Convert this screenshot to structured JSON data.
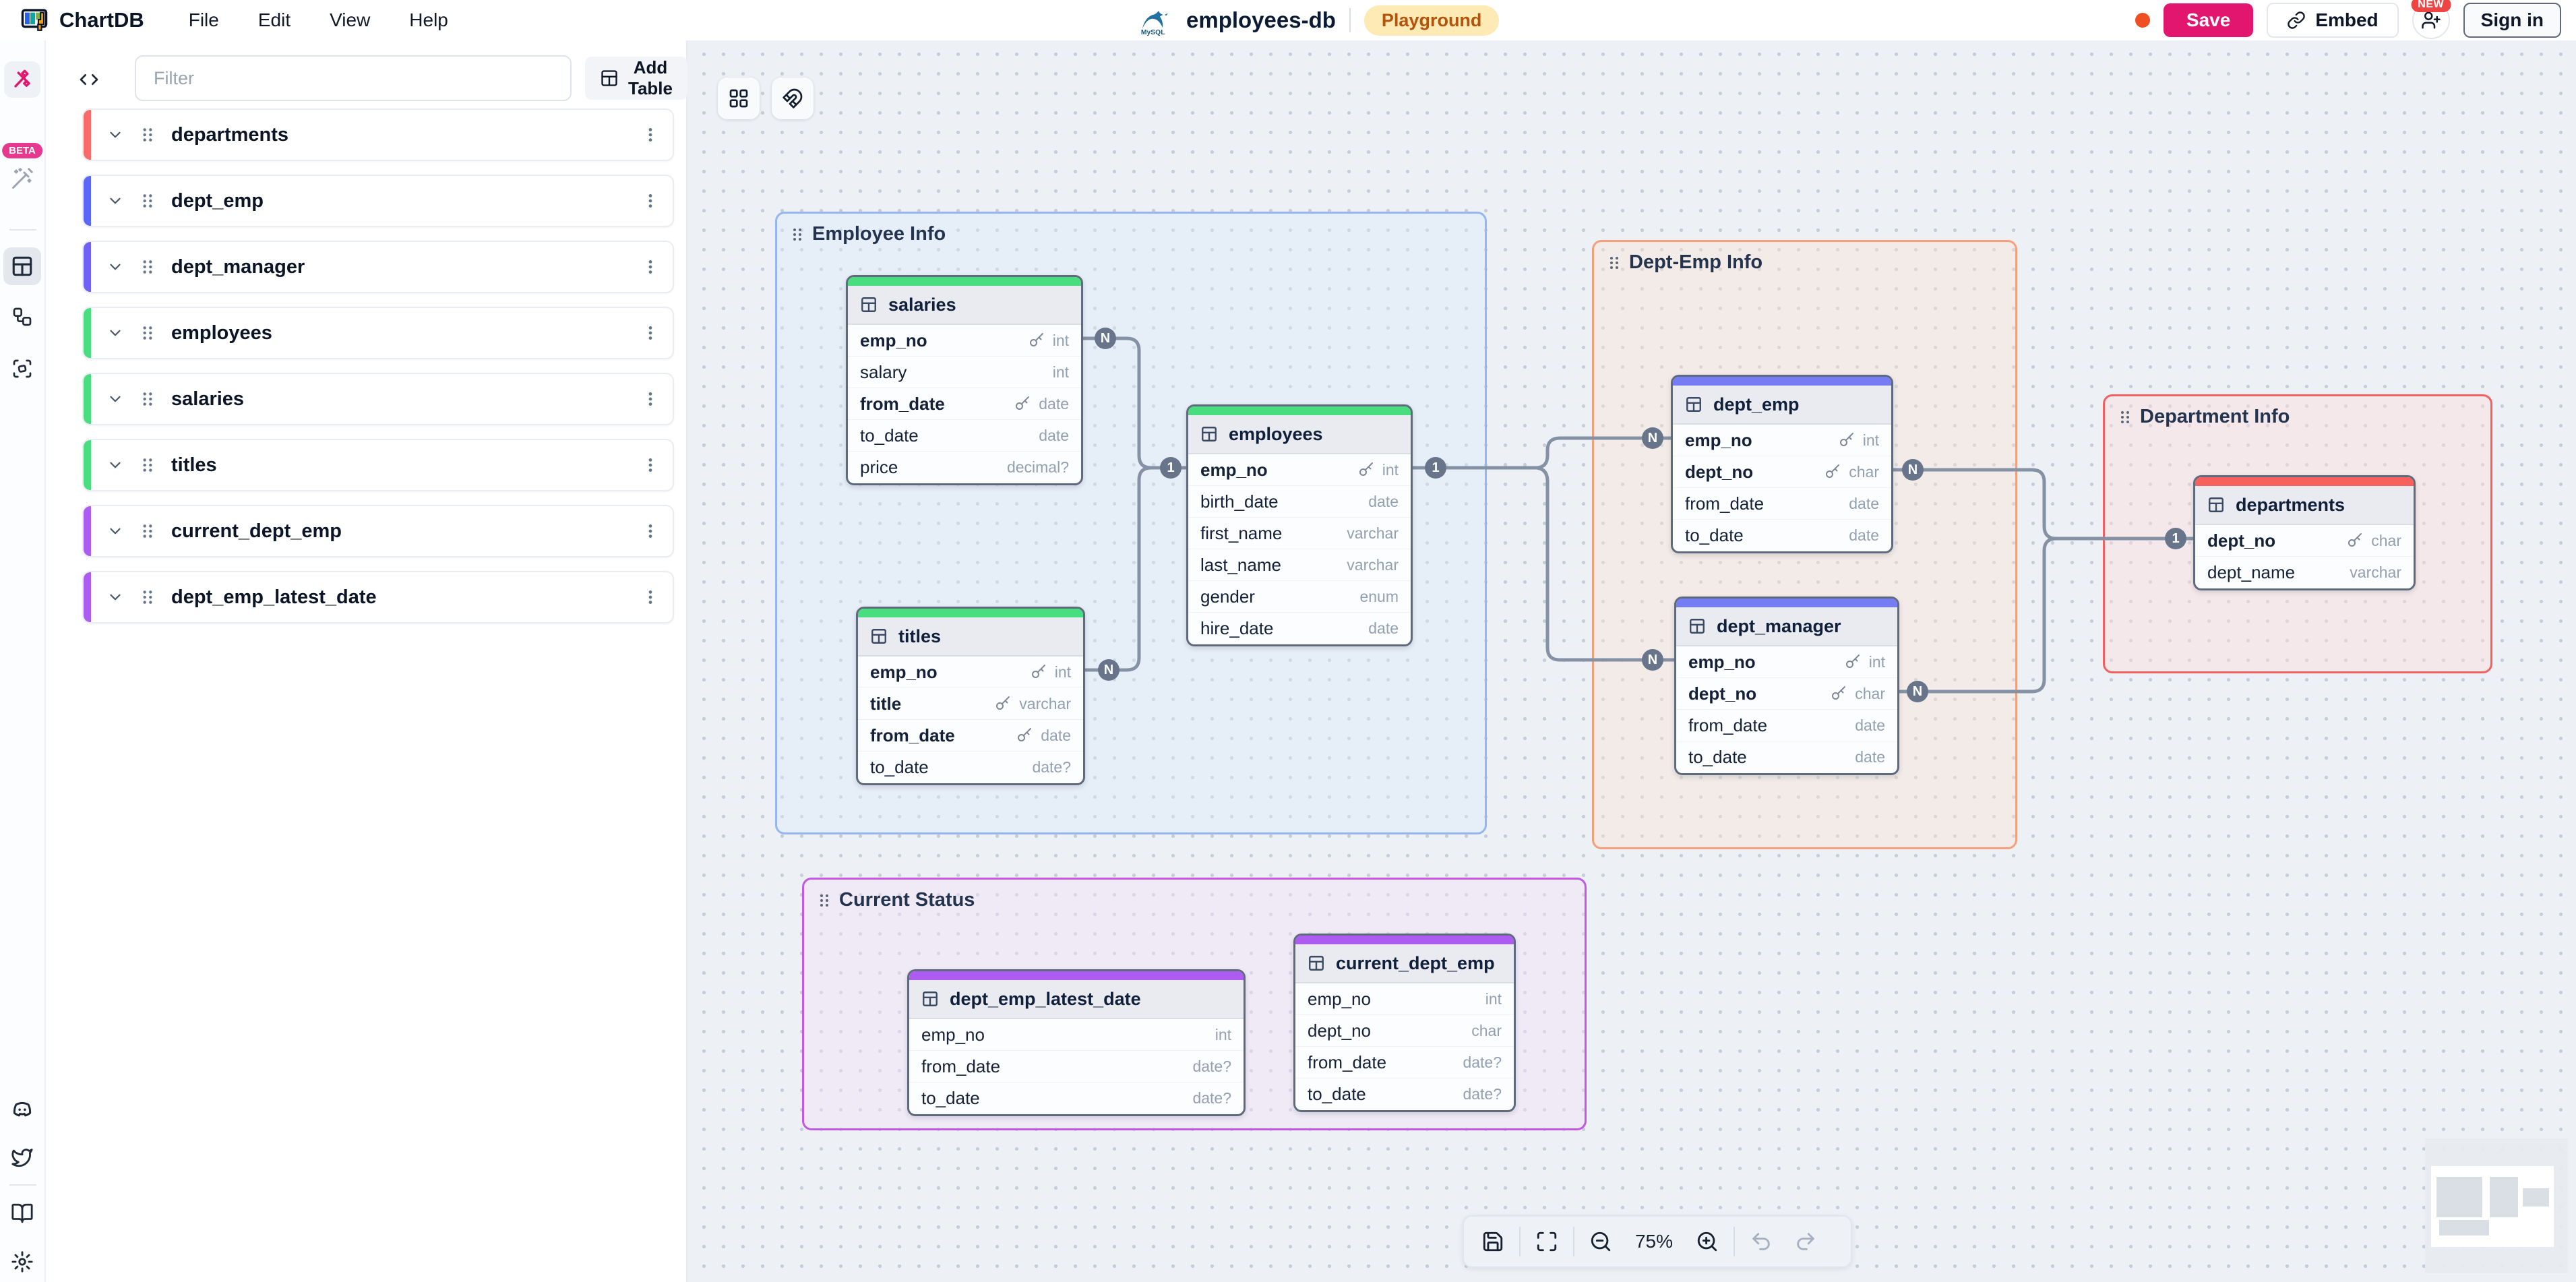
{
  "app": {
    "name": "ChartDB",
    "menus": [
      "File",
      "Edit",
      "View",
      "Help"
    ],
    "diagram_name": "employees-db",
    "db_type_icon": "mysql-logo",
    "environment_badge": "Playground",
    "save_label": "Save",
    "embed_label": "Embed",
    "new_badge": "NEW",
    "sign_in_label": "Sign in"
  },
  "colors": {
    "brand_pink": "#e2166f",
    "unsaved_dot": "#f04e23",
    "playground_bg": "#fdeab5",
    "playground_text": "#b45309",
    "new_badge_bg": "#ef4444",
    "connector": "#8591a5",
    "cardinality_badge_bg": "#68748a"
  },
  "sidebar": {
    "beta_label": "BETA",
    "filter_placeholder": "Filter",
    "add_table_label": "Add Table",
    "tables": [
      {
        "label": "departments",
        "color": "#fa6a68"
      },
      {
        "label": "dept_emp",
        "color": "#5a67f8"
      },
      {
        "label": "dept_manager",
        "color": "#6e61f6"
      },
      {
        "label": "employees",
        "color": "#48de80"
      },
      {
        "label": "salaries",
        "color": "#48de80"
      },
      {
        "label": "titles",
        "color": "#48de80"
      },
      {
        "label": "current_dept_emp",
        "color": "#ad5cf2"
      },
      {
        "label": "dept_emp_latest_date",
        "color": "#ad5cf2"
      }
    ]
  },
  "canvas": {
    "groups": [
      {
        "id": "employee-info",
        "label": "Employee Info",
        "border": "#94b6f2",
        "fill": "rgba(221,234,252,0.40)"
      },
      {
        "id": "dept-emp-info",
        "label": "Dept-Emp Info",
        "border": "#f5a07c",
        "fill": "rgba(251,228,214,0.42)"
      },
      {
        "id": "department-info",
        "label": "Department Info",
        "border": "#f26060",
        "fill": "rgba(252,221,221,0.45)"
      },
      {
        "id": "current-status",
        "label": "Current Status",
        "border": "#c259e3",
        "fill": "rgba(245,227,250,0.45)"
      }
    ],
    "tables": {
      "salaries": {
        "title": "salaries",
        "accent": "#48de80",
        "fields": [
          {
            "name": "emp_no",
            "type": "int",
            "key": true
          },
          {
            "name": "salary",
            "type": "int",
            "key": false
          },
          {
            "name": "from_date",
            "type": "date",
            "key": true
          },
          {
            "name": "to_date",
            "type": "date",
            "key": false
          },
          {
            "name": "price",
            "type": "decimal?",
            "key": false
          }
        ]
      },
      "employees": {
        "title": "employees",
        "accent": "#48de80",
        "fields": [
          {
            "name": "emp_no",
            "type": "int",
            "key": true
          },
          {
            "name": "birth_date",
            "type": "date",
            "key": false
          },
          {
            "name": "first_name",
            "type": "varchar",
            "key": false
          },
          {
            "name": "last_name",
            "type": "varchar",
            "key": false
          },
          {
            "name": "gender",
            "type": "enum",
            "key": false
          },
          {
            "name": "hire_date",
            "type": "date",
            "key": false
          }
        ]
      },
      "titles": {
        "title": "titles",
        "accent": "#48de80",
        "fields": [
          {
            "name": "emp_no",
            "type": "int",
            "key": true
          },
          {
            "name": "title",
            "type": "varchar",
            "key": true
          },
          {
            "name": "from_date",
            "type": "date",
            "key": true
          },
          {
            "name": "to_date",
            "type": "date?",
            "key": false
          }
        ]
      },
      "dept_emp": {
        "title": "dept_emp",
        "accent": "#767cf4",
        "fields": [
          {
            "name": "emp_no",
            "type": "int",
            "key": true
          },
          {
            "name": "dept_no",
            "type": "char",
            "key": true
          },
          {
            "name": "from_date",
            "type": "date",
            "key": false
          },
          {
            "name": "to_date",
            "type": "date",
            "key": false
          }
        ]
      },
      "dept_manager": {
        "title": "dept_manager",
        "accent": "#767cf4",
        "fields": [
          {
            "name": "emp_no",
            "type": "int",
            "key": true
          },
          {
            "name": "dept_no",
            "type": "char",
            "key": true
          },
          {
            "name": "from_date",
            "type": "date",
            "key": false
          },
          {
            "name": "to_date",
            "type": "date",
            "key": false
          }
        ]
      },
      "departments": {
        "title": "departments",
        "accent": "#f8605d",
        "fields": [
          {
            "name": "dept_no",
            "type": "char",
            "key": true
          },
          {
            "name": "dept_name",
            "type": "varchar",
            "key": false
          }
        ]
      },
      "dept_emp_latest_date": {
        "title": "dept_emp_latest_date",
        "accent": "#ad5cf2",
        "fields": [
          {
            "name": "emp_no",
            "type": "int",
            "key": false
          },
          {
            "name": "from_date",
            "type": "date?",
            "key": false
          },
          {
            "name": "to_date",
            "type": "date?",
            "key": false
          }
        ]
      },
      "current_dept_emp": {
        "title": "current_dept_emp",
        "accent": "#ad5cf2",
        "fields": [
          {
            "name": "emp_no",
            "type": "int",
            "key": false
          },
          {
            "name": "dept_no",
            "type": "char",
            "key": false
          },
          {
            "name": "from_date",
            "type": "date?",
            "key": false
          },
          {
            "name": "to_date",
            "type": "date?",
            "key": false
          }
        ]
      }
    },
    "badges": [
      {
        "id": "salaries-emp_no",
        "label": "N"
      },
      {
        "id": "titles-emp_no",
        "label": "N"
      },
      {
        "id": "employees-emp_no-left",
        "label": "1"
      },
      {
        "id": "employees-emp_no-right",
        "label": "1"
      },
      {
        "id": "dept_emp-emp_no",
        "label": "N"
      },
      {
        "id": "dept_emp-dept_no",
        "label": "N"
      },
      {
        "id": "dept_manager-emp_no",
        "label": "N"
      },
      {
        "id": "dept_manager-dept_no",
        "label": "N"
      },
      {
        "id": "departments-dept_no",
        "label": "1"
      }
    ]
  },
  "bottom_toolbar": {
    "zoom_level": "75%"
  }
}
